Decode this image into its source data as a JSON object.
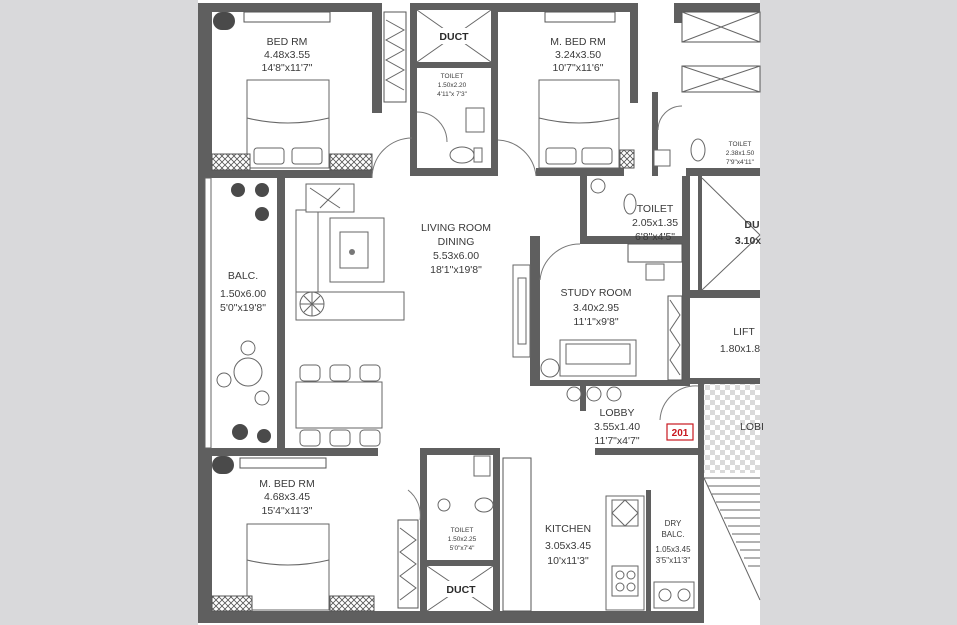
{
  "rooms": {
    "bed_top_left": {
      "name": "BED RM",
      "dim_m": "4.48x3.55",
      "dim_ft": "14'8\"x11'7\""
    },
    "duct_top": {
      "name": "DUCT"
    },
    "toilet_top": {
      "name": "TOILET",
      "dim_m": "1.50x2.20",
      "dim_ft": "4'11\"x 7'3\""
    },
    "mbed_top": {
      "name": "M. BED RM",
      "dim_m": "3.24x3.50",
      "dim_ft": "10'7\"x11'6\""
    },
    "toilet_top_right": {
      "name": "TOILET",
      "dim_m": "2.38x1.50",
      "dim_ft": "7'9\"x4'11\""
    },
    "living": {
      "name_1": "LIVING ROOM",
      "name_2": "DINING",
      "dim_m": "5.53x6.00",
      "dim_ft": "18'1\"x19'8\""
    },
    "toilet_mid": {
      "name": "TOILET",
      "dim_m": "2.05x1.35",
      "dim_ft": "6'8\"x4'5\""
    },
    "duct_right": {
      "name": "DU",
      "dim": "3.10x"
    },
    "balcony": {
      "name": "BALC.",
      "dim_m": "1.50x6.00",
      "dim_ft": "5'0\"x19'8\""
    },
    "study": {
      "name": "STUDY ROOM",
      "dim_m": "3.40x2.95",
      "dim_ft": "11'1\"x9'8\""
    },
    "lift": {
      "name": "LIFT",
      "dim": "1.80x1.8"
    },
    "lobby": {
      "name": "LOBBY",
      "dim_m": "3.55x1.40",
      "dim_ft": "11'7\"x4'7\""
    },
    "lobby_outer": {
      "name": "LOBI"
    },
    "mbed_bottom": {
      "name": "M. BED RM",
      "dim_m": "4.68x3.45",
      "dim_ft": "15'4\"x11'3\""
    },
    "toilet_bottom": {
      "name": "TOILET",
      "dim_m": "1.50x2.25",
      "dim_ft": "5'0\"x7'4\""
    },
    "duct_bottom": {
      "name": "DUCT"
    },
    "kitchen": {
      "name": "KITCHEN",
      "dim_m": "3.05x3.45",
      "dim_ft": "10'x11'3\""
    },
    "dry_balc": {
      "name_1": "DRY",
      "name_2": "BALC.",
      "dim_m": "1.05x3.45",
      "dim_ft": "3'5\"x11'3\""
    }
  },
  "unit_number": "201",
  "colors": {
    "unit_badge": "#c8171e",
    "wall": "#5f5f5f",
    "floor": "#ffffff",
    "background": "#d9d9db"
  }
}
